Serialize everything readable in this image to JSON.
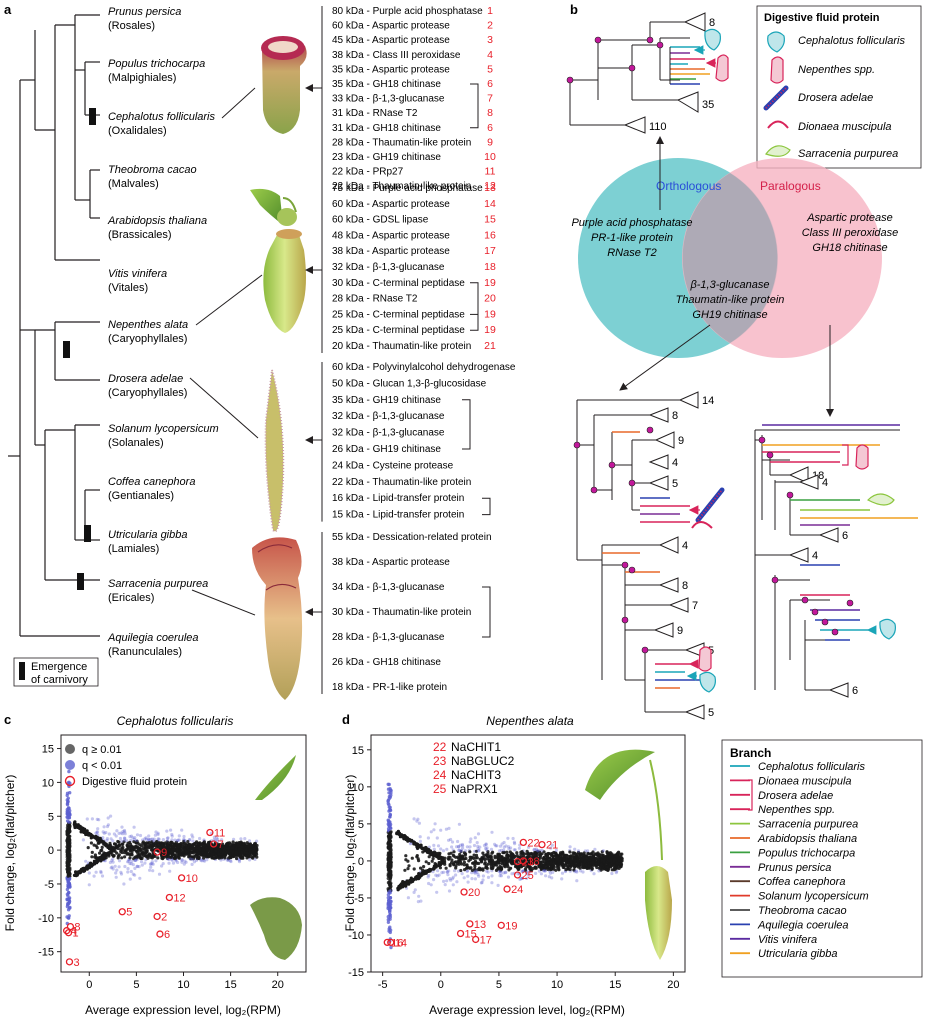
{
  "colors": {
    "accent_red": "#e8202a",
    "magenta": "#c2189b",
    "ortholog_fill": "#5cc4c8",
    "paralog_fill": "#f6b3c2",
    "ortholog_text": "#2a4ed8",
    "paralog_text": "#d4204a",
    "scatter_black": "#1a1a1a",
    "scatter_blue": "#5b5fd0"
  },
  "panel_a": {
    "letter": "a",
    "species": [
      {
        "name": "Prunus persica",
        "order": "(Rosales)"
      },
      {
        "name": "Populus trichocarpa",
        "order": "(Malpighiales)"
      },
      {
        "name": "Cephalotus follicularis",
        "order": "(Oxalidales)"
      },
      {
        "name": "Theobroma cacao",
        "order": "(Malvales)"
      },
      {
        "name": "Arabidopsis thaliana",
        "order": "(Brassicales)"
      },
      {
        "name": "Vitis vinifera",
        "order": "(Vitales)"
      },
      {
        "name": "Nepenthes alata",
        "order": "(Caryophyllales)"
      },
      {
        "name": "Drosera adelae",
        "order": "(Caryophyllales)"
      },
      {
        "name": "Solanum lycopersicum",
        "order": "(Solanales)"
      },
      {
        "name": "Coffea canephora",
        "order": "(Gentianales)"
      },
      {
        "name": "Utricularia gibba",
        "order": "(Lamiales)"
      },
      {
        "name": "Sarracenia purpurea",
        "order": "(Ericales)"
      },
      {
        "name": "Aquilegia coerulea",
        "order": "(Ranunculales)"
      }
    ],
    "legend": [
      "Emergence",
      "of carnivory"
    ],
    "groups": [
      {
        "items": [
          {
            "label": "80 kDa - Purple acid phosphatase",
            "num": "1"
          },
          {
            "label": "60 kDa - Aspartic protease",
            "num": "2"
          },
          {
            "label": "45 kDa - Aspartic protease",
            "num": "3"
          },
          {
            "label": "38 kDa - Class III peroxidase",
            "num": "4"
          },
          {
            "label": "35 kDa - Aspartic protease",
            "num": "5"
          },
          {
            "label": "35 kDa - GH18 chitinase",
            "num": "6"
          },
          {
            "label": "33 kDa - β-1,3-glucanase",
            "num": "7"
          },
          {
            "label": "31 kDa - RNase T2",
            "num": "8"
          },
          {
            "label": "31 kDa - GH18 chitinase",
            "num": "6"
          },
          {
            "label": "28 kDa - Thaumatin-like protein",
            "num": "9"
          },
          {
            "label": "23 kDa - GH19 chitinase",
            "num": "10"
          },
          {
            "label": "22 kDa - PRp27",
            "num": "11"
          },
          {
            "label": "22 kDa - Thaumatin-like protein",
            "num": "12"
          }
        ]
      },
      {
        "items": [
          {
            "label": "75 kDa - Purple acid phosphatase",
            "num": "13"
          },
          {
            "label": "60 kDa - Aspartic protease",
            "num": "14"
          },
          {
            "label": "60 kDa - GDSL lipase",
            "num": "15"
          },
          {
            "label": "48 kDa - Aspartic protease",
            "num": "16"
          },
          {
            "label": "38 kDa - Aspartic protease",
            "num": "17"
          },
          {
            "label": "32 kDa - β-1,3-glucanase",
            "num": "18"
          },
          {
            "label": "30 kDa - C-terminal peptidase",
            "num": "19"
          },
          {
            "label": "28 kDa - RNase T2",
            "num": "20"
          },
          {
            "label": "25 kDa - C-terminal peptidase",
            "num": "19"
          },
          {
            "label": "25 kDa - C-terminal peptidase",
            "num": "19"
          },
          {
            "label": "20 kDa - Thaumatin-like protein",
            "num": "21"
          }
        ]
      },
      {
        "items": [
          {
            "label": "60 kDa - Polyvinylalcohol dehydrogenase",
            "num": ""
          },
          {
            "label": "50 kDa - Glucan 1,3-β-glucosidase",
            "num": ""
          },
          {
            "label": "35 kDa - GH19 chitinase",
            "num": ""
          },
          {
            "label": "32 kDa - β-1,3-glucanase",
            "num": ""
          },
          {
            "label": "32 kDa - β-1,3-glucanase",
            "num": ""
          },
          {
            "label": "26 kDa - GH19 chitinase",
            "num": ""
          },
          {
            "label": "24 kDa - Cysteine protease",
            "num": ""
          },
          {
            "label": "22 kDa - Thaumatin-like protein",
            "num": ""
          },
          {
            "label": "16 kDa - Lipid-transfer protein",
            "num": ""
          },
          {
            "label": "15 kDa - Lipid-transfer protein",
            "num": ""
          }
        ]
      },
      {
        "items": [
          {
            "label": "55 kDa - Dessication-related protein",
            "num": ""
          },
          {
            "label": "38 kDa - Aspartic protease",
            "num": ""
          },
          {
            "label": "34 kDa - β-1,3-glucanase",
            "num": ""
          },
          {
            "label": "30 kDa - Thaumatin-like protein",
            "num": ""
          },
          {
            "label": "28 kDa - β-1,3-glucanase",
            "num": ""
          },
          {
            "label": "26 kDa - GH18 chitinase",
            "num": ""
          },
          {
            "label": "18 kDa - PR-1-like protein",
            "num": ""
          }
        ]
      }
    ]
  },
  "panel_b": {
    "letter": "b",
    "top_tree_counts": [
      "8",
      "35",
      "110"
    ],
    "legend_title": "Digestive fluid protein",
    "legend_items": [
      "Cephalotus follicularis",
      "Nepenthes spp.",
      "Drosera adelae",
      "Dionaea muscipula",
      "Sarracenia purpurea"
    ],
    "venn": {
      "orthologous_label": "Orthologous",
      "paralogous_label": "Paralogous",
      "ortho_only": [
        "Purple acid phosphatase",
        "PR-1-like protein",
        "RNase T2"
      ],
      "para_only": [
        "Aspartic protease",
        "Class III peroxidase",
        "GH18 chitinase"
      ],
      "overlap": [
        "β-1,3-glucanase",
        "Thaumatin-like protein",
        "GH19 chitinase"
      ]
    },
    "left_tree_counts": [
      "14",
      "8",
      "9",
      "4",
      "5",
      "4",
      "8",
      "7",
      "9",
      "5",
      "5"
    ],
    "right_tree_counts": [
      "18",
      "4",
      "4",
      "6",
      "6"
    ]
  },
  "panel_c": {
    "letter": "c",
    "title": "Cephalotus follicularis",
    "xlabel": "Average expression level, log₂(RPM)",
    "ylabel": "Fold change, log₂(flat/pitcher)",
    "legend": [
      "q ≥ 0.01",
      "q < 0.01",
      "Digestive fluid protein"
    ],
    "xticks": [
      "0",
      "5",
      "10",
      "15",
      "20"
    ],
    "yticks": [
      "15",
      "10",
      "5",
      "0",
      "-5",
      "-10",
      "-15"
    ]
  },
  "panel_d": {
    "letter": "d",
    "title": "Nepenthes alata",
    "xlabel": "Average expression level, log₂(RPM)",
    "ylabel": "Fold change, log₂(flat/pitcher)",
    "gene_list": [
      {
        "num": "22",
        "name": "NaCHIT1"
      },
      {
        "num": "23",
        "name": "NaBGLUC2"
      },
      {
        "num": "24",
        "name": "NaCHIT3"
      },
      {
        "num": "25",
        "name": "NaPRX1"
      }
    ],
    "xticks": [
      "-5",
      "0",
      "5",
      "10",
      "15",
      "20"
    ],
    "yticks": [
      "15",
      "10",
      "5",
      "0",
      "-5",
      "-10",
      "-15"
    ]
  },
  "branch_legend": {
    "title": "Branch",
    "items": [
      {
        "name": "Cephalotus follicularis",
        "color": "#1aa5b8"
      },
      {
        "name": "Dionaea muscipula",
        "color": "#d8245a"
      },
      {
        "name": "Drosera adelae",
        "color": "#d8245a"
      },
      {
        "name": "Nepenthes spp.",
        "color": "#d8245a"
      },
      {
        "name": "Sarracenia purpurea",
        "color": "#8cc63e"
      },
      {
        "name": "Arabidopsis thaliana",
        "color": "#e8692a"
      },
      {
        "name": "Populus trichocarpa",
        "color": "#3aa040"
      },
      {
        "name": "Prunus persica",
        "color": "#7a2d96"
      },
      {
        "name": "Coffea canephora",
        "color": "#5a3a2a"
      },
      {
        "name": "Solanum lycopersicum",
        "color": "#e03a2a"
      },
      {
        "name": "Theobroma cacao",
        "color": "#444444"
      },
      {
        "name": "Aquilegia coerulea",
        "color": "#2a40b0"
      },
      {
        "name": "Vitis vinifera",
        "color": "#5a2aa0"
      },
      {
        "name": "Utricularia gibba",
        "color": "#f0a020"
      }
    ]
  },
  "chart_data": [
    {
      "type": "scatter",
      "title": "Cephalotus follicularis",
      "xlabel": "Average expression level, log₂(RPM)",
      "ylabel": "Fold change, log₂(flat/pitcher)",
      "xlim": [
        -3,
        23
      ],
      "ylim": [
        -18,
        17
      ],
      "series": [
        {
          "name": "Digestive fluid protein",
          "points": [
            {
              "label": "1",
              "x": -2.2,
              "y": -12.2
            },
            {
              "label": "2",
              "x": 7.2,
              "y": -9.8
            },
            {
              "label": "3",
              "x": -2.1,
              "y": -16.5
            },
            {
              "label": "4",
              "x": -2.4,
              "y": -11.9
            },
            {
              "label": "5",
              "x": 3.5,
              "y": -9.1
            },
            {
              "label": "6",
              "x": 7.5,
              "y": -12.4
            },
            {
              "label": "7",
              "x": 13.2,
              "y": 0.9
            },
            {
              "label": "8",
              "x": -2.0,
              "y": -11.3
            },
            {
              "label": "9",
              "x": 7.2,
              "y": -0.3
            },
            {
              "label": "10",
              "x": 9.8,
              "y": -4.1
            },
            {
              "label": "11",
              "x": 12.8,
              "y": 2.6
            },
            {
              "label": "12",
              "x": 8.5,
              "y": -7.0
            }
          ]
        }
      ]
    },
    {
      "type": "scatter",
      "title": "Nepenthes alata",
      "xlabel": "Average expression level, log₂(RPM)",
      "ylabel": "Fold change, log₂(flat/pitcher)",
      "xlim": [
        -6,
        21
      ],
      "ylim": [
        -15,
        17
      ],
      "series": [
        {
          "name": "Digestive fluid protein",
          "points": [
            {
              "label": "13",
              "x": 2.5,
              "y": -8.5
            },
            {
              "label": "14",
              "x": -4.3,
              "y": -11.0
            },
            {
              "label": "15",
              "x": 1.7,
              "y": -9.8
            },
            {
              "label": "16",
              "x": -4.6,
              "y": -11.0
            },
            {
              "label": "17",
              "x": 3.0,
              "y": -10.6
            },
            {
              "label": "18",
              "x": 7.1,
              "y": 0.0
            },
            {
              "label": "19",
              "x": 5.2,
              "y": -8.7
            },
            {
              "label": "20",
              "x": 2.0,
              "y": -4.2
            },
            {
              "label": "21",
              "x": 8.7,
              "y": 2.2
            },
            {
              "label": "22",
              "x": 7.1,
              "y": 2.5
            },
            {
              "label": "23",
              "x": 6.6,
              "y": -0.1
            },
            {
              "label": "24",
              "x": 5.7,
              "y": -3.8
            },
            {
              "label": "25",
              "x": 6.6,
              "y": -1.9
            }
          ]
        }
      ]
    }
  ]
}
